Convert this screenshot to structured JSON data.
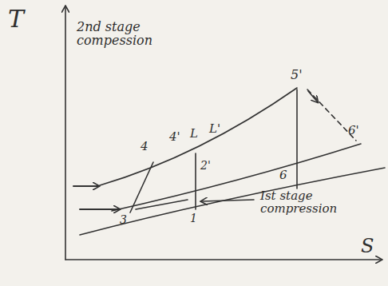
{
  "diagram": {
    "labels": [
      "T",
      "2nd stage compession",
      "4",
      "4'",
      "L",
      "L'",
      "5'",
      "2'",
      "1",
      "3",
      "6",
      "6'",
      "Ist stage compression",
      "S"
    ]
  }
}
